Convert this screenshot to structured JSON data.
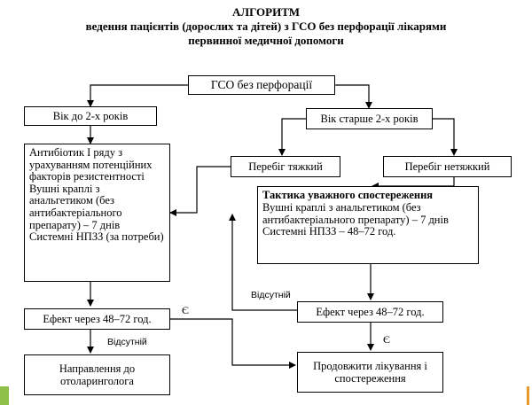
{
  "title": {
    "line1": "АЛГОРИТМ",
    "line2": "ведення пацієнтів (дорослих та дітей) з ГСО без перфорації лікарями",
    "line3": "первинної медичної допомоги"
  },
  "boxes": {
    "start": "ГСО без перфорації",
    "age_under2": "Вік до 2-х років",
    "age_over2": "Вік старше 2-х років",
    "severe": "Перебіг тяжкий",
    "nonsevere": "Перебіг нетяжкий",
    "antibiotic": "Антибіотик І ряду з урахуванням потенційних факторів резистентності Вушні краплі з анальгетиком (без антибактеріального препарату) – 7 днів Системні НПЗЗ (за потреби)",
    "watch_title": "Тактика уважного спостереження",
    "watch_text": "Вушні краплі з анальгетиком (без антибактеріального препарату) – 7 днів Системні НПЗЗ – 48–72 год.",
    "effect_left": "Ефект через 48–72 год.",
    "effect_right": "Ефект через 48–72 год.",
    "referral": "Направлення до отоларинголога",
    "continue": "Продовжити лікування і спостереження"
  },
  "labels": {
    "absent_right": "Відсутній",
    "absent_left": "Відсутній",
    "present_left": "Є",
    "present_right": "Є"
  },
  "colors": {
    "accent_green": "#8fc04a",
    "accent_orange": "#e59a2b"
  }
}
